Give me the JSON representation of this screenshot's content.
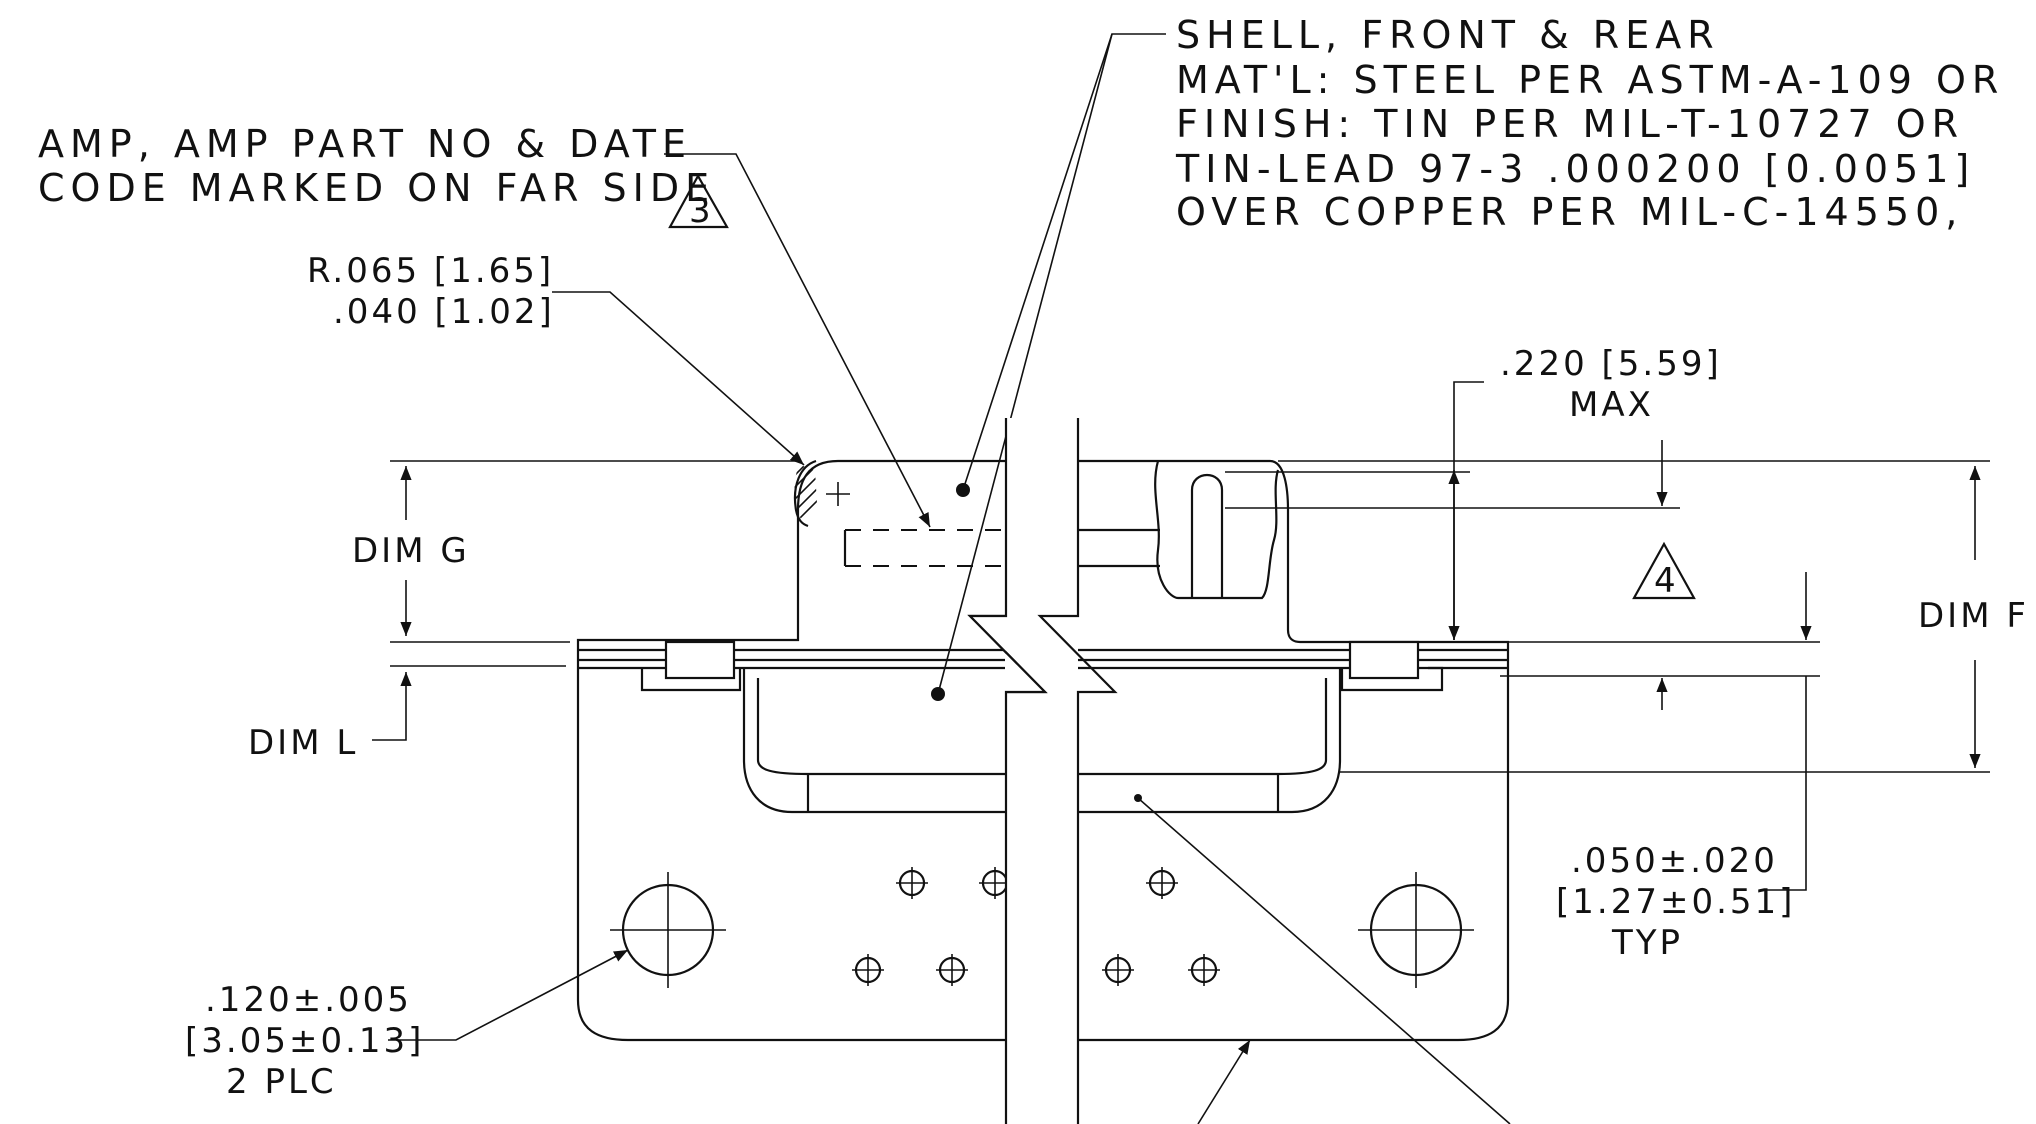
{
  "notes": {
    "shell_callout": {
      "line1": "SHELL, FRONT & REAR",
      "line2": "MAT'L: STEEL PER ASTM-A-109 OR",
      "line3": "FINISH: TIN PER MIL-T-10727 OR",
      "line4": "TIN-LEAD 97-3 .000200 [0.0051]",
      "line5": "OVER COPPER PER MIL-C-14550,"
    },
    "marking": {
      "line1": "AMP, AMP PART NO & DATE",
      "line2": "CODE MARKED ON FAR SIDE",
      "flag": "3"
    },
    "radius": {
      "line1": "R.065 [1.65]",
      "line2": ".040 [1.02]"
    },
    "height_max": {
      "line1": ".220 [5.59]",
      "line2": "MAX"
    },
    "flag4": "4",
    "dim_g": "DIM G",
    "dim_l": "DIM L",
    "dim_f": "DIM F",
    "offset": {
      "line1": ".050±.020",
      "line2": "[1.27±0.51]",
      "line3": "TYP"
    },
    "hole": {
      "line1": ".120±.005",
      "line2": "[3.05±0.13]",
      "line3": "2 PLC"
    }
  }
}
